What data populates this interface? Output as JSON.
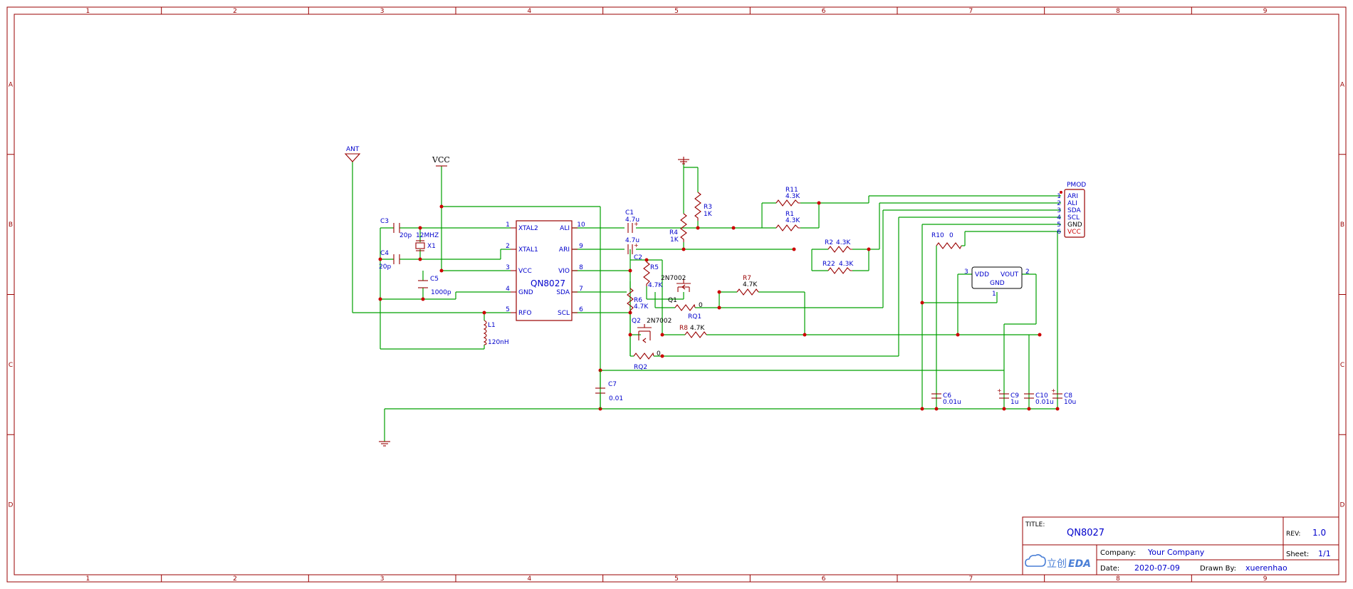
{
  "frame": {
    "col_labels": [
      "1",
      "2",
      "3",
      "4",
      "5",
      "6",
      "7",
      "8",
      "9"
    ],
    "row_labels": [
      "A",
      "B",
      "C",
      "D"
    ]
  },
  "title_block": {
    "title_label": "TITLE:",
    "title": "QN8027",
    "rev_label": "REV:",
    "rev": "1.0",
    "company_label": "Company:",
    "company": "Your Company",
    "sheet_label": "Sheet:",
    "sheet": "1/1",
    "date_label": "Date:",
    "date": "2020-07-09",
    "drawn_label": "Drawn By:",
    "drawn": "xuerenhao",
    "logo_cn": "立创",
    "logo_en": "EDA"
  },
  "ic": {
    "name": "QN8027",
    "left_pins": [
      {
        "num": "1",
        "name": "XTAL2"
      },
      {
        "num": "2",
        "name": "XTAL1"
      },
      {
        "num": "3",
        "name": "VCC"
      },
      {
        "num": "4",
        "name": "GND"
      },
      {
        "num": "5",
        "name": "RFO"
      }
    ],
    "right_pins": [
      {
        "num": "10",
        "name": "ALI"
      },
      {
        "num": "9",
        "name": "ARI"
      },
      {
        "num": "8",
        "name": "VIO"
      },
      {
        "num": "7",
        "name": "SDA"
      },
      {
        "num": "6",
        "name": "SCL"
      }
    ]
  },
  "nets": {
    "ant": "ANT",
    "vcc": "VCC"
  },
  "labels": {
    "c3_ref": "C3",
    "c3_val": "20p",
    "x1_freq": "12MHZ",
    "x1_ref": "X1",
    "c4_ref": "C4",
    "c4_val": "20p",
    "c5_ref": "C5",
    "c5_val": "1000p",
    "l1_ref": "L1",
    "l1_val": "120nH",
    "c1_ref": "C1",
    "c1_val": "4.7u",
    "c2_val": "4.7u",
    "c2_ref": "C2",
    "r4_ref": "R4",
    "r4_val": "1K",
    "r3_ref": "R3",
    "r3_val": "1K",
    "r11_ref": "R11",
    "r11_val": "4.3K",
    "r1_ref": "R1",
    "r1_val": "4.3K",
    "r2_ref": "R2",
    "r2_val": "4.3K",
    "r22_ref": "R22",
    "r22_val": "4.3K",
    "r5_ref": "R5",
    "r5_val": "4.7K",
    "q_top_part": "2N7002",
    "q1_ref": "Q1",
    "r7_ref": "R7",
    "r7_val": "4.7K",
    "rq1_ref": "RQ1",
    "rq1_val": "0",
    "r6_ref": "R6",
    "r6_val": "4.7K",
    "q2_ref": "Q2",
    "q2_part": "2N7002",
    "r8_ref": "R8",
    "r8_val": "4.7K",
    "rq2_ref": "RQ2",
    "rq2_val": "0",
    "c7_ref": "C7",
    "c7_val": "0.01",
    "r10_ref": "R10",
    "r10_val": "0",
    "c6_ref": "C6",
    "c6_val": "0.01u",
    "c9_ref": "C9",
    "c9_val": "1u",
    "c10_ref": "C10",
    "c10_val": "0.01u",
    "c8_ref": "C8",
    "c8_val": "10u"
  },
  "regulator": {
    "vdd": "VDD",
    "vout": "VOUT",
    "gnd": "GND",
    "pin_in": "3",
    "pin_out": "2",
    "pin_gnd": "1"
  },
  "pmod": {
    "ref": "PMOD",
    "pins": [
      {
        "num": "1",
        "name": "ARI",
        "color": "#0000cc"
      },
      {
        "num": "2",
        "name": "ALI",
        "color": "#0000cc"
      },
      {
        "num": "3",
        "name": "SDA",
        "color": "#0000cc"
      },
      {
        "num": "4",
        "name": "SCL",
        "color": "#0000cc"
      },
      {
        "num": "5",
        "name": "GND",
        "color": "#000000"
      },
      {
        "num": "6",
        "name": "VCC",
        "color": "#cc0000"
      }
    ]
  },
  "colors": {
    "wire": "#00a000",
    "part": "#990000",
    "text": "#0000cc",
    "frame": "#990000"
  }
}
